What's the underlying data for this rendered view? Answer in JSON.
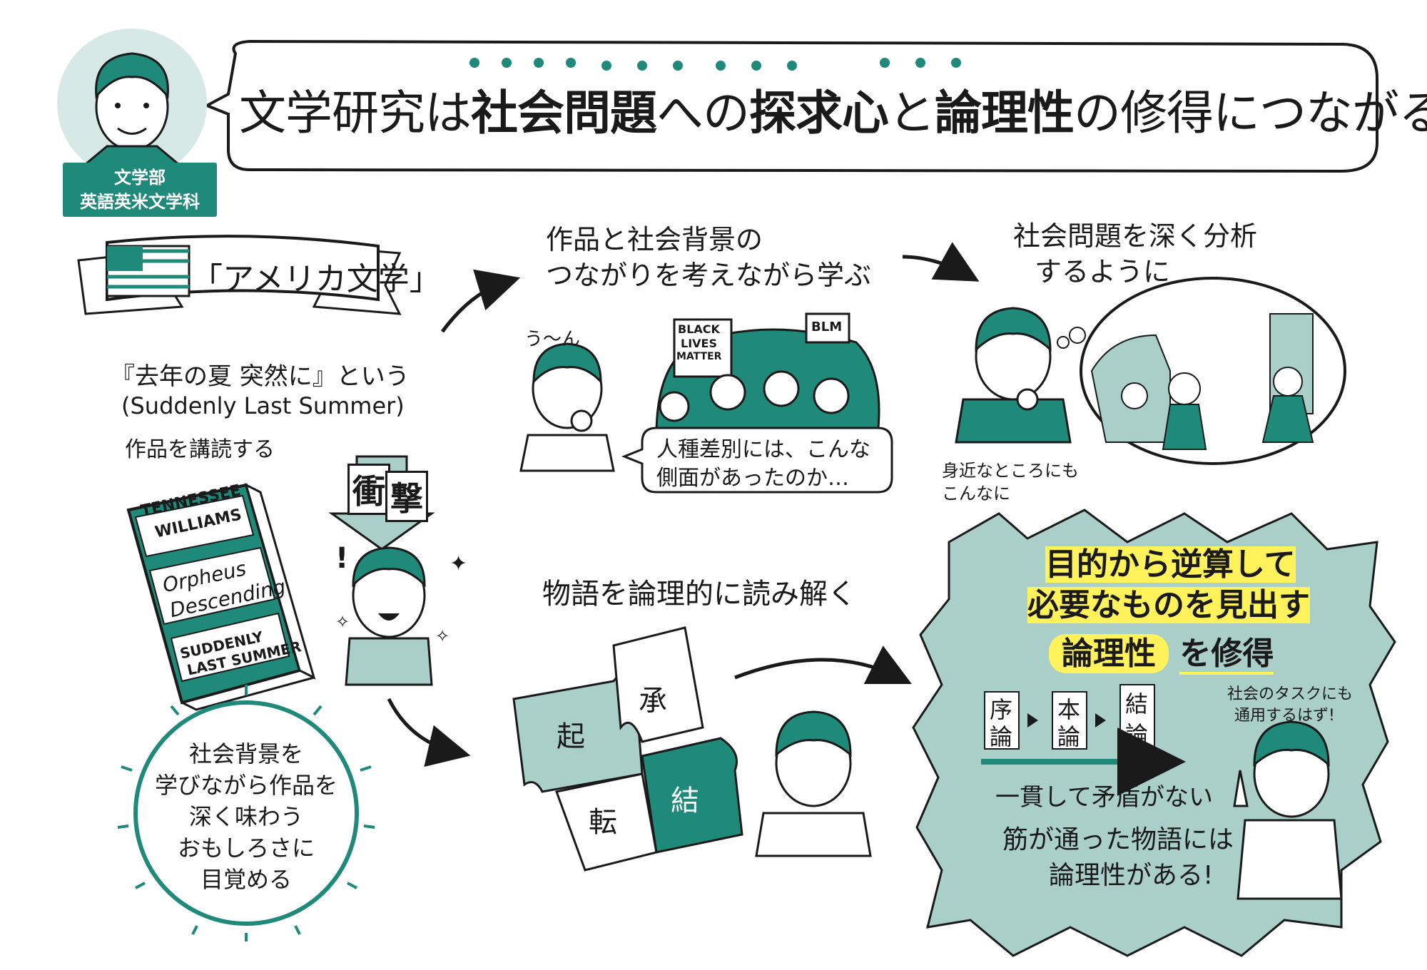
{
  "colors": {
    "teal": "#1f8a7a",
    "light_teal": "#a9cfc8",
    "yellow": "#fff25a",
    "ink": "#1a1a1a"
  },
  "header": {
    "title_parts": [
      "文学研究は",
      "社会問題",
      "への",
      "探求心",
      "と",
      "論理性",
      "の修得につながる",
      "!"
    ]
  },
  "profile": {
    "dept": "文学部",
    "course": "英語英米文学科"
  },
  "banner": {
    "label": "「アメリカ文学」"
  },
  "reading": {
    "line1": "『去年の夏 突然に』という",
    "line2": "(Suddenly Last Summer)",
    "line3": "作品を講読する"
  },
  "shock": {
    "label_1": "衝",
    "label_2": "撃",
    "exclaim": "!"
  },
  "book": {
    "author_1": "TENNESSEE",
    "author_2": "WILLIAMS",
    "title_1": "Orpheus",
    "title_2": "Descending",
    "title_3": "SUDDENLY",
    "title_4": "LAST SUMMER"
  },
  "circle": {
    "lines": [
      "社会背景を",
      "学びながら作品を",
      "深く味わう",
      "おもしろさに",
      "目覚める"
    ]
  },
  "social_context": {
    "heading_1": "作品と社会背景の",
    "heading_2": "つながりを考えながら学ぶ",
    "thinking": "う〜ん",
    "speech_1": "人種差別には、こんな",
    "speech_2": "側面があったのか…",
    "sign_1": "BLACK",
    "sign_2": "LIVES",
    "sign_3": "MATTER",
    "sign_4": "BLM"
  },
  "analysis": {
    "heading_1": "社会問題を深く分析",
    "heading_2": "するように",
    "note_1": "身近なところにも",
    "note_2": "こんなに"
  },
  "logic_read": {
    "heading": "物語を論理的に読み解く",
    "puzzle": [
      "起",
      "承",
      "転",
      "結"
    ]
  },
  "logic_box": {
    "line1": "目的から逆算して",
    "line2": "必要なものを見出す",
    "highlight": "論理性",
    "line3_rest": "を修得",
    "steps": [
      [
        "序",
        "論"
      ],
      [
        "本",
        "論"
      ],
      [
        "結",
        "論"
      ]
    ],
    "consistent": "一貫して矛盾がない",
    "story_1": "筋が通った物語には",
    "story_2": "論理性がある!",
    "task_1": "社会のタスクにも",
    "task_2": "通用するはず!"
  }
}
